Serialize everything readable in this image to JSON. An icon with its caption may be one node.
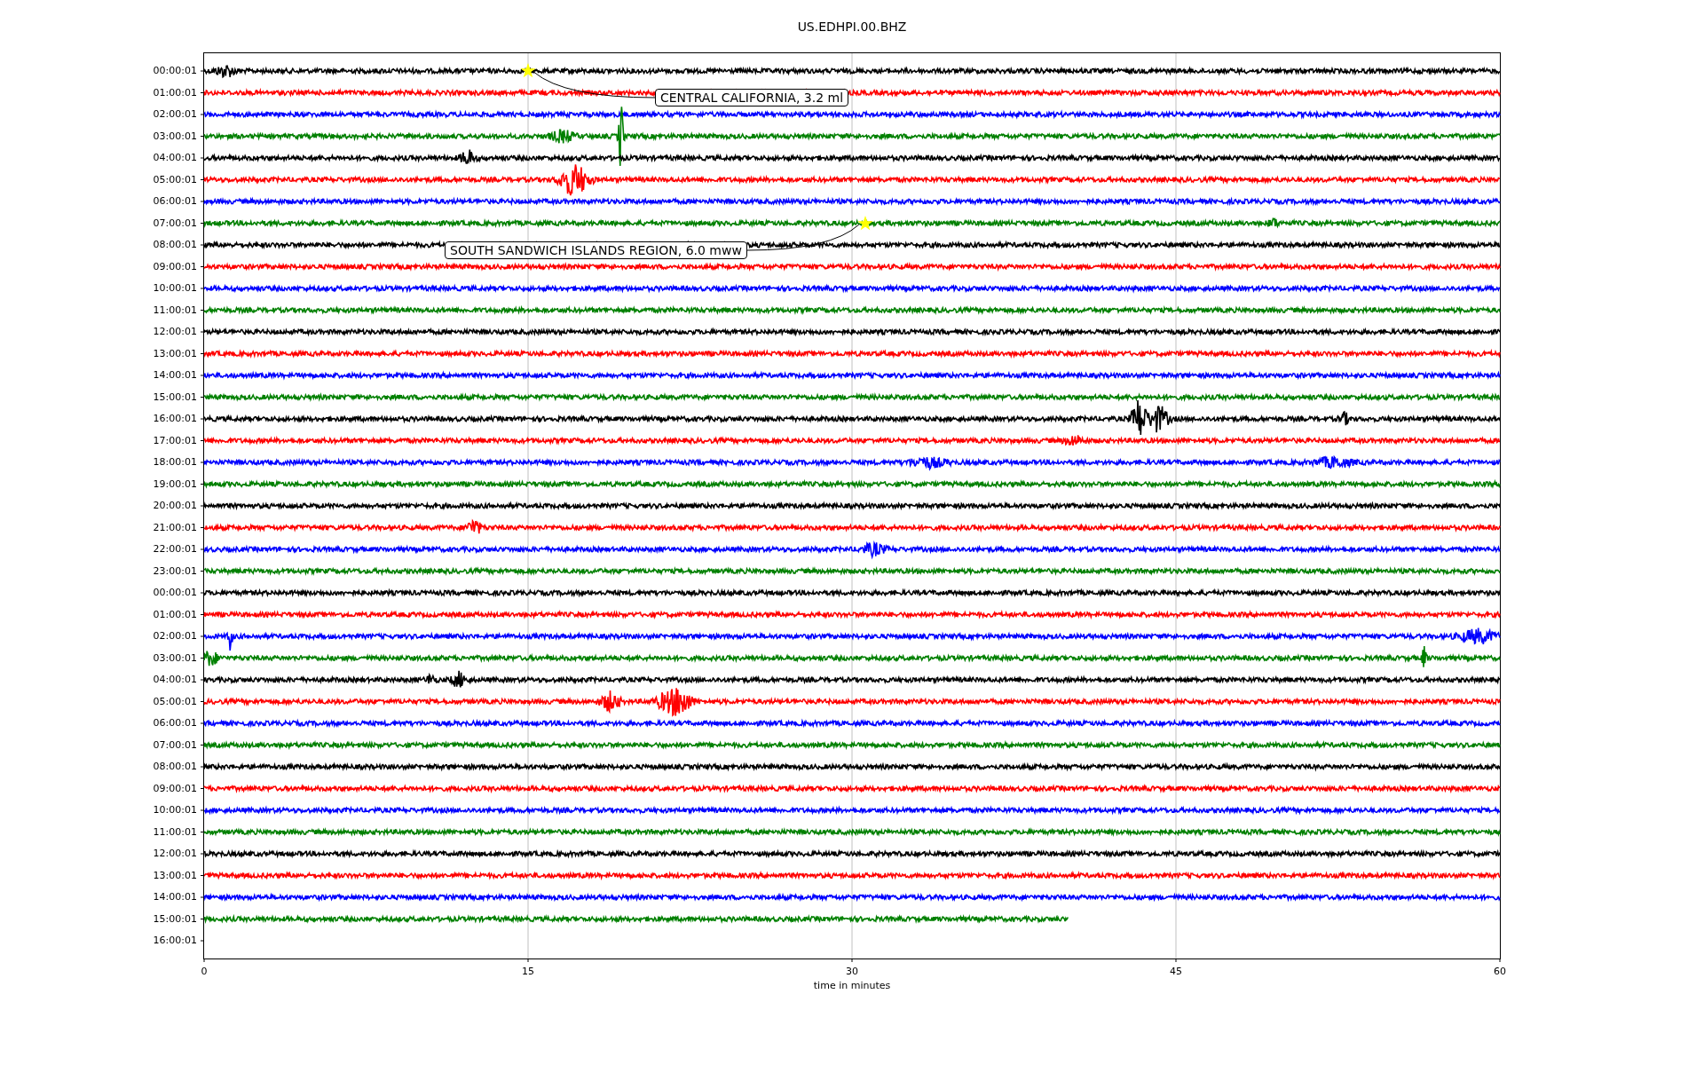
{
  "diagram": {
    "title": "US.EDHPI.00.BHZ",
    "nodes": [
      {
        "text": [],
        "shape": "star"
      },
      {
        "text": [
          "CENTRAL CALIFORNIA, 3.2 ml"
        ]
      },
      {
        "text": [],
        "shape": "star"
      },
      {
        "text": [
          "SOUTH SANDWICH ISLANDS REGION, 6.0 mww"
        ]
      }
    ],
    "edges": [
      {
        "from": 1,
        "to": 0,
        "arrow": "none"
      },
      {
        "from": 3,
        "to": 2,
        "arrow": "none"
      }
    ],
    "labels": [
      "00:00:01",
      "01:00:01",
      "02:00:01",
      "03:00:01",
      "04:00:01",
      "05:00:01",
      "06:00:01",
      "07:00:01",
      "08:00:01",
      "09:00:01",
      "10:00:01",
      "11:00:01",
      "12:00:01",
      "13:00:01",
      "14:00:01",
      "15:00:01",
      "16:00:01",
      "17:00:01",
      "18:00:01",
      "19:00:01",
      "20:00:01",
      "21:00:01",
      "22:00:01",
      "23:00:01",
      "00:00:01",
      "01:00:01",
      "02:00:01",
      "03:00:01",
      "04:00:01",
      "05:00:01",
      "06:00:01",
      "07:00:01",
      "08:00:01",
      "09:00:01",
      "10:00:01",
      "11:00:01",
      "12:00:01",
      "13:00:01",
      "14:00:01",
      "15:00:01",
      "16:00:01",
      "0",
      "15",
      "30",
      "45",
      "60",
      "time in minutes"
    ]
  }
}
